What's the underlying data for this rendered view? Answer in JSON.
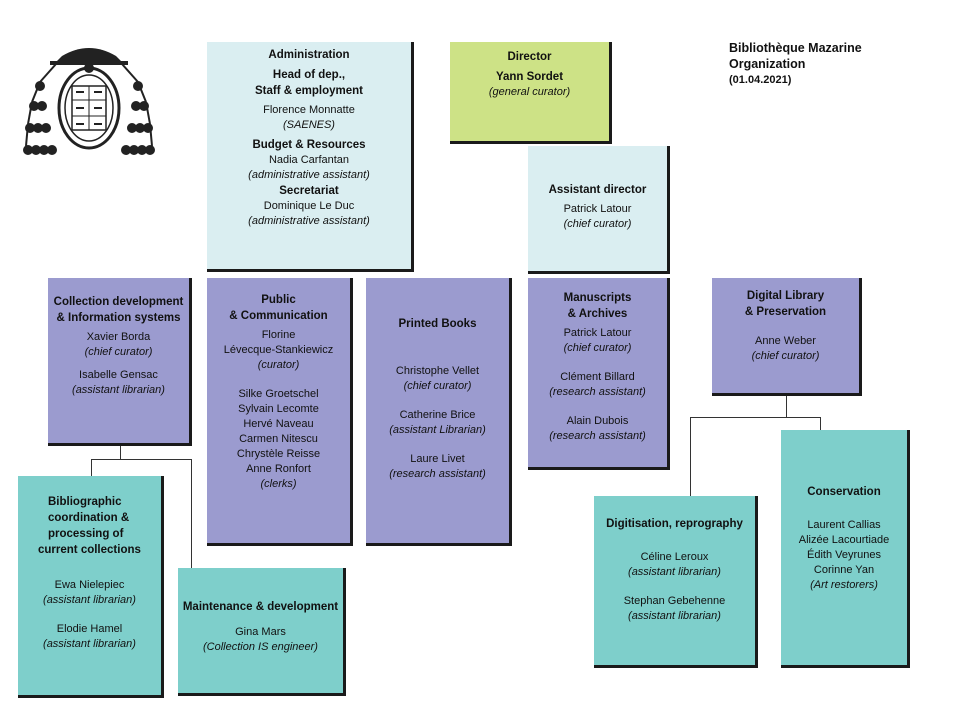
{
  "header": {
    "title_line1": "Bibliothèque Mazarine",
    "title_line2": "Organization",
    "date": "(01.04.2021)"
  },
  "crest_icon": "cardinal-coat-of-arms",
  "colors": {
    "light_blue": "#daeef1",
    "green": "#cde286",
    "purple": "#9b9bcf",
    "teal": "#7ecfcb"
  },
  "administration": {
    "title": "Administration",
    "hr_title_1": "Head of dep.,",
    "hr_title_2": "Staff & employment",
    "hr_name": "Florence Monnatte",
    "hr_role": "(SAENES)",
    "budget_title": "Budget & Resources",
    "budget_name": "Nadia Carfantan",
    "budget_role": "(administrative assistant)",
    "secretariat_title": "Secretariat",
    "secretariat_name": "Dominique Le Duc",
    "secretariat_role": "(administrative assistant)"
  },
  "director": {
    "title": "Director",
    "name": "Yann Sordet",
    "role": "(general curator)"
  },
  "assistant_director": {
    "title": "Assistant director",
    "name": "Patrick Latour",
    "role": "(chief curator)"
  },
  "collection_dev": {
    "title_1": "Collection development",
    "title_2": "& Information systems",
    "name_1": "Xavier Borda",
    "role_1": "(chief curator)",
    "name_2": "Isabelle  Gensac",
    "role_2": "(assistant librarian)"
  },
  "public_comm": {
    "title_1": "Public",
    "title_2": "& Communication",
    "name_1a": "Florine",
    "name_1b": "Lévecque-Stankiewicz",
    "role_1": "(curator)",
    "clerks": [
      "Silke Groetschel",
      "Sylvain Lecomte",
      "Hervé Naveau",
      "Carmen Nitescu",
      "Chrystèle Reisse",
      "Anne Ronfort"
    ],
    "clerks_role": "(clerks)"
  },
  "printed_books": {
    "title": "Printed Books",
    "name_1": "Christophe Vellet",
    "role_1": "(chief curator)",
    "name_2": "Catherine Brice",
    "role_2": "(assistant Librarian)",
    "name_3": "Laure Livet",
    "role_3": "(research assistant)"
  },
  "manuscripts": {
    "title_1": "Manuscripts",
    "title_2": "& Archives",
    "name_1": "Patrick Latour",
    "role_1": "(chief curator)",
    "name_2": "Clément Billard",
    "role_2": "(research assistant)",
    "name_3": "Alain Dubois",
    "role_3": "(research assistant)"
  },
  "digital_library": {
    "title_1": "Digital Library",
    "title_2": "& Preservation",
    "name": "Anne Weber",
    "role": "(chief curator)"
  },
  "bibliographic": {
    "title_1": "Bibliographic",
    "title_2": "coordination &",
    "title_3": "processing of",
    "title_4": "current collections",
    "name_1": "Ewa Nielepiec",
    "role_1": "(assistant librarian)",
    "name_2": "Elodie Hamel",
    "role_2": "(assistant librarian)"
  },
  "maintenance": {
    "title": "Maintenance & development",
    "name": "Gina Mars",
    "role": "(Collection IS engineer)"
  },
  "digitisation": {
    "title": "Digitisation,  reprography",
    "name_1": "Céline Leroux",
    "role_1": "(assistant librarian)",
    "name_2": "Stephan Gebehenne",
    "role_2": "(assistant librarian)"
  },
  "conservation": {
    "title": "Conservation",
    "names": [
      "Laurent Callias",
      "Alizée Lacourtiade",
      "Édith Veyrunes",
      "Corinne Yan"
    ],
    "role": "(Art restorers)"
  }
}
